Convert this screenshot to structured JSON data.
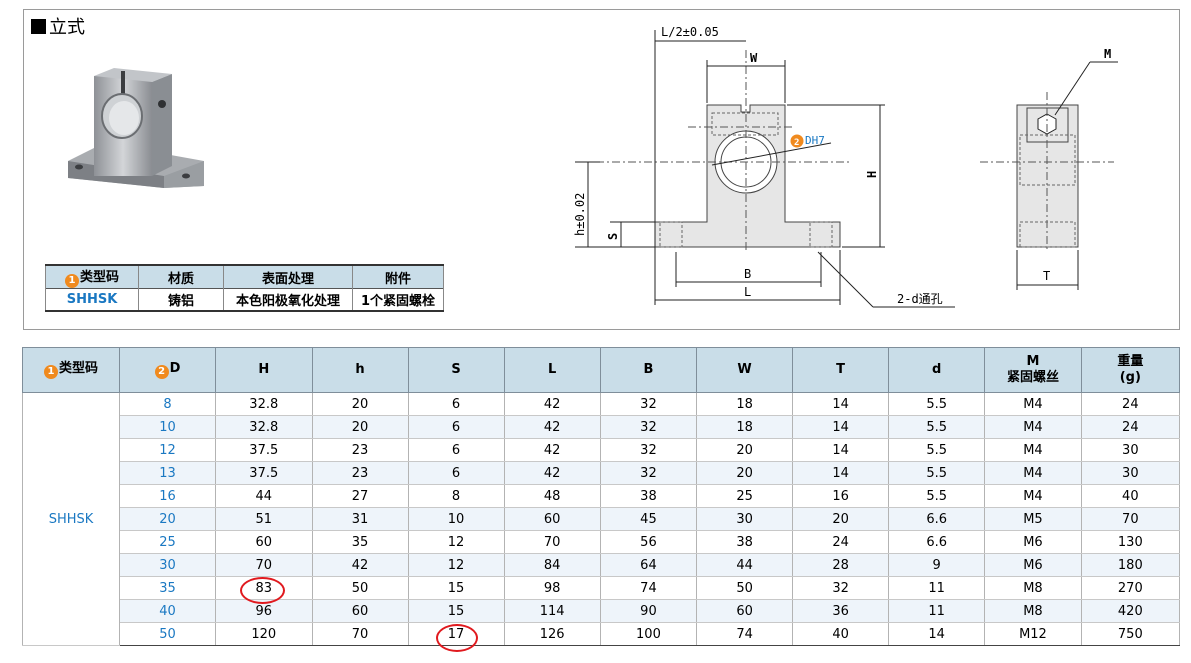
{
  "header": {
    "title": "立式"
  },
  "info_table": {
    "headers": [
      "类型码",
      "材质",
      "表面处理",
      "附件"
    ],
    "badge": "1",
    "row": [
      "SHHSK",
      "铸铝",
      "本色阳极氧化处理",
      "1个紧固螺栓"
    ]
  },
  "drawing": {
    "labels": {
      "half_len": "L/2±0.05",
      "w": "W",
      "m": "M",
      "d": "DH7",
      "d_badge": "2",
      "h_upper": "H",
      "h_lower": "h±0.02",
      "s": "S",
      "b": "B",
      "l": "L",
      "hole": "2-d通孔",
      "t": "T"
    }
  },
  "spec_table": {
    "headers": [
      "类型码",
      "D",
      "H",
      "h",
      "S",
      "L",
      "B",
      "W",
      "T",
      "d",
      "M\n紧固螺丝",
      "重量\n(g)"
    ],
    "header_badges": {
      "0": "1",
      "1": "2"
    },
    "type_code": "SHHSK",
    "rows": [
      [
        "8",
        "32.8",
        "20",
        "6",
        "42",
        "32",
        "18",
        "14",
        "5.5",
        "M4",
        "24"
      ],
      [
        "10",
        "32.8",
        "20",
        "6",
        "42",
        "32",
        "18",
        "14",
        "5.5",
        "M4",
        "24"
      ],
      [
        "12",
        "37.5",
        "23",
        "6",
        "42",
        "32",
        "20",
        "14",
        "5.5",
        "M4",
        "30"
      ],
      [
        "13",
        "37.5",
        "23",
        "6",
        "42",
        "32",
        "20",
        "14",
        "5.5",
        "M4",
        "30"
      ],
      [
        "16",
        "44",
        "27",
        "8",
        "48",
        "38",
        "25",
        "16",
        "5.5",
        "M4",
        "40"
      ],
      [
        "20",
        "51",
        "31",
        "10",
        "60",
        "45",
        "30",
        "20",
        "6.6",
        "M5",
        "70"
      ],
      [
        "25",
        "60",
        "35",
        "12",
        "70",
        "56",
        "38",
        "24",
        "6.6",
        "M6",
        "130"
      ],
      [
        "30",
        "70",
        "42",
        "12",
        "84",
        "64",
        "44",
        "28",
        "9",
        "M6",
        "180"
      ],
      [
        "35",
        "83",
        "50",
        "15",
        "98",
        "74",
        "50",
        "32",
        "11",
        "M8",
        "270"
      ],
      [
        "40",
        "96",
        "60",
        "15",
        "114",
        "90",
        "60",
        "36",
        "11",
        "M8",
        "420"
      ],
      [
        "50",
        "120",
        "70",
        "17",
        "126",
        "100",
        "74",
        "40",
        "14",
        "M12",
        "750"
      ]
    ]
  },
  "colors": {
    "header_bg": "#c9dde8",
    "alt_row": "#eef4fa",
    "accent_blue": "#1a78c2",
    "badge_orange": "#f08a1e",
    "highlight_red": "#e0191e"
  }
}
